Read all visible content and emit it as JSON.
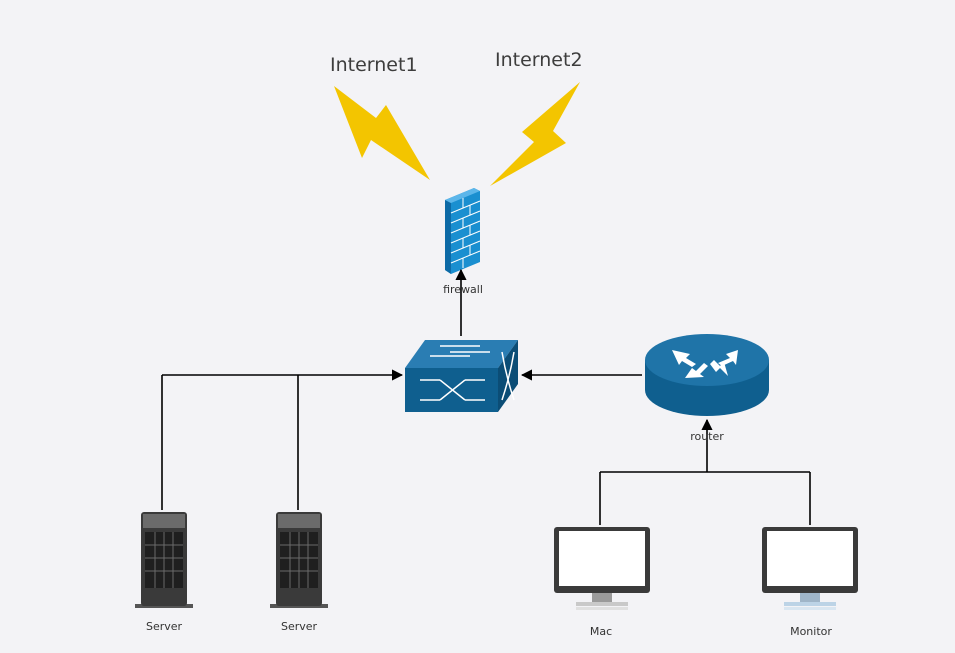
{
  "labels": {
    "internet1": "Internet1",
    "internet2": "Internet2",
    "firewall": "firewall",
    "router": "router",
    "server1": "Server",
    "server2": "Server",
    "mac": "Mac",
    "monitor": "Monitor"
  },
  "colors": {
    "background": "#f3f3f6",
    "lightning": "#f3c500",
    "network_blue": "#0f5f8f",
    "firewall_blue": "#1a8fd0",
    "server_dark": "#2f2f2f",
    "connector": "#000000"
  },
  "icons": {
    "internet1": "lightning-icon",
    "internet2": "lightning-icon",
    "firewall": "firewall-icon",
    "switch": "switch-icon",
    "router": "router-icon",
    "server": "server-tower-icon",
    "mac": "desktop-monitor-icon",
    "monitor": "desktop-monitor-icon"
  }
}
